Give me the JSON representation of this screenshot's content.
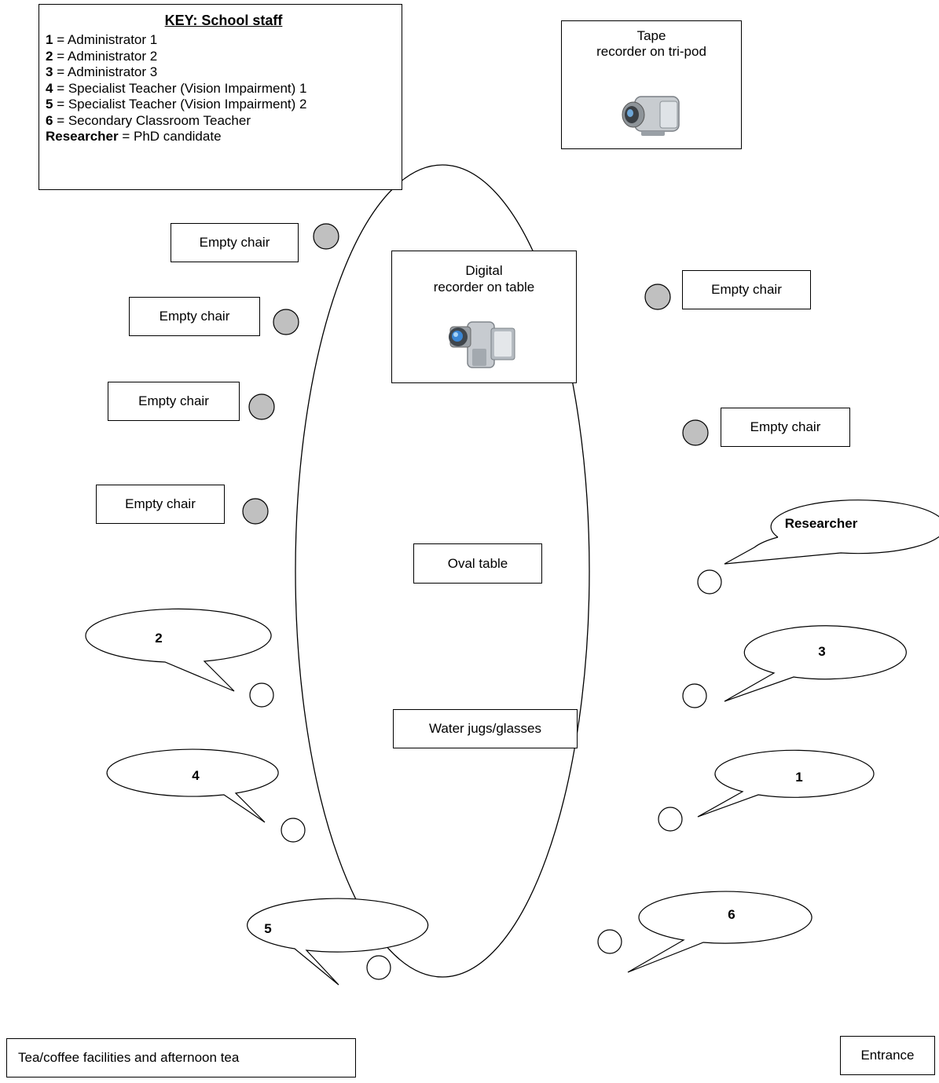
{
  "key": {
    "title": "KEY: School staff",
    "entries": [
      {
        "code": "1",
        "text": " = Administrator 1"
      },
      {
        "code": "2",
        "text": " = Administrator 2"
      },
      {
        "code": "3",
        "text": " = Administrator 3"
      },
      {
        "code": "4",
        "text": " = Specialist Teacher (Vision Impairment) 1"
      },
      {
        "code": "5",
        "text": " = Specialist Teacher (Vision Impairment) 2"
      },
      {
        "code": "6",
        "text": " = Secondary Classroom Teacher"
      },
      {
        "code": "Researcher",
        "text": " = PhD candidate"
      }
    ]
  },
  "tape_recorder": {
    "line1": "Tape",
    "line2": "recorder on tri-pod",
    "icon": "video-camera-icon"
  },
  "digital_recorder": {
    "line1": "Digital",
    "line2": "recorder on table",
    "icon": "video-camera-icon"
  },
  "table_label": "Oval table",
  "water_label": "Water jugs/glasses",
  "empty_chair_label": "Empty chair",
  "speakers": {
    "researcher": "Researcher",
    "s1": "1",
    "s2": "2",
    "s3": "3",
    "s4": "4",
    "s5": "5",
    "s6": "6"
  },
  "tea_label": "Tea/coffee facilities and afternoon tea",
  "entrance_label": "Entrance",
  "colors": {
    "occupied_chair": "#ffffff",
    "empty_chair": "#c0c0c0",
    "line": "#000000"
  }
}
